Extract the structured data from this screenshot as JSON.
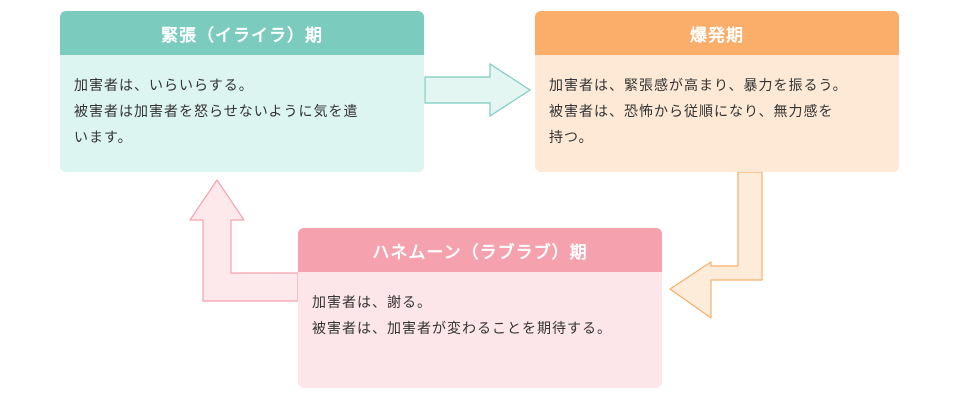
{
  "colors": {
    "tension_header": "#7ccbbf",
    "tension_body": "#dcf5f0",
    "explosion_header": "#fbae6a",
    "explosion_body": "#fde9d5",
    "honeymoon_header": "#f6a1ae",
    "honeymoon_body": "#fde6ea"
  },
  "phases": {
    "tension": {
      "title": "緊張（イライラ）期",
      "lines": [
        "加害者は、いらいらする。",
        "被害者は加害者を怒らせないように気を遣",
        "います。"
      ]
    },
    "explosion": {
      "title": "爆発期",
      "lines": [
        "加害者は、緊張感が高まり、暴力を振るう。",
        "被害者は、恐怖から従順になり、無力感を",
        "持つ。"
      ]
    },
    "honeymoon": {
      "title": "ハネムーン（ラブラブ）期",
      "lines": [
        "加害者は、謝る。",
        "被害者は、加害者が変わることを期待する。"
      ]
    }
  }
}
